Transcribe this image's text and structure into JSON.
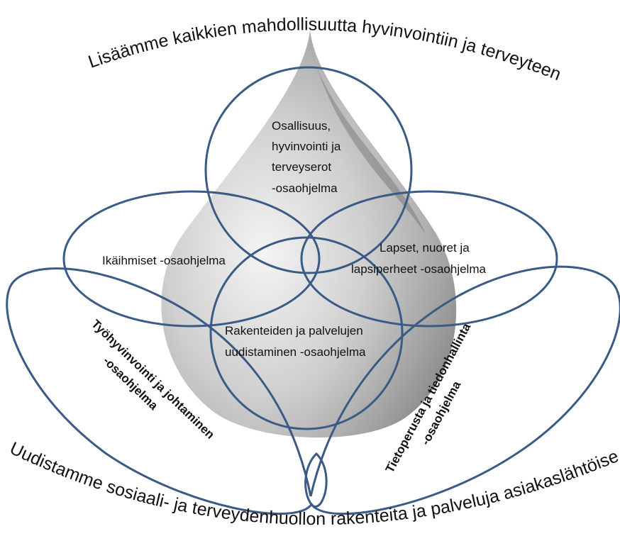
{
  "top_arc_text": "Lisäämme kaikkien mahdollisuutta hyvinvointiin ja terveyteen",
  "bottom_arc_text": "Uudistamme sosiaali- ja terveydenhuollon rakenteita ja palveluja asiakaslähtöisesti",
  "subprograms": {
    "osallisuus": [
      "Osallisuus,",
      "hyvinvointi ja",
      "terveyserot",
      "-osaohjelma"
    ],
    "ikaihmiset": [
      "Ikäihmiset -osaohjelma"
    ],
    "lapset": [
      "Lapset, nuoret ja",
      "lapsiperheet -osaohjelma"
    ],
    "rakenteet": [
      "Rakenteiden ja palvelujen",
      "uudistaminen -osaohjelma"
    ],
    "tyohyvinvointi": [
      "Työhyvinvointi ja johtaminen",
      "-osaohjelma"
    ],
    "tietoperusta": [
      "Tietoperusta ja tiedonhallinta",
      "-osaohjelma"
    ]
  },
  "colors": {
    "loop_stroke": "#3b5a86",
    "drop_light": "#e8e8e8",
    "drop_dark": "#6e6e6e"
  }
}
